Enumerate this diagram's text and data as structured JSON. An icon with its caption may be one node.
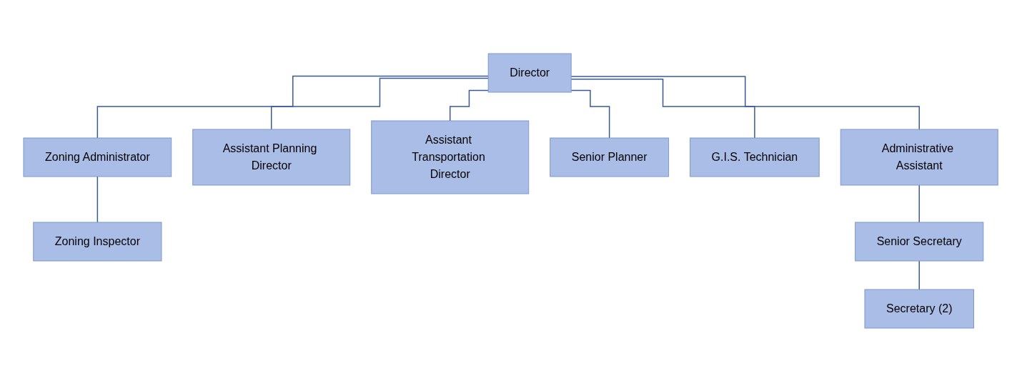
{
  "diagram": {
    "nodes": [
      {
        "text": [
          "Director"
        ]
      },
      {
        "text": [
          "Zoning Administrator"
        ]
      },
      {
        "text": [
          "Assistant Planning Director"
        ]
      },
      {
        "text": [
          "Assistant Transportation Director"
        ]
      },
      {
        "text": [
          "Senior Planner"
        ]
      },
      {
        "text": [
          "G.I.S. Technician"
        ]
      },
      {
        "text": [
          "Administrative Assistant"
        ]
      },
      {
        "text": [
          "Zoning Inspector"
        ]
      },
      {
        "text": [
          "Senior Secretary"
        ]
      },
      {
        "text": [
          "Secretary (2)"
        ]
      }
    ],
    "edges": [
      {
        "from": 0,
        "to": 1,
        "arrow": "none"
      },
      {
        "from": 0,
        "to": 2,
        "arrow": "none"
      },
      {
        "from": 0,
        "to": 3,
        "arrow": "none"
      },
      {
        "from": 0,
        "to": 4,
        "arrow": "none"
      },
      {
        "from": 0,
        "to": 5,
        "arrow": "none"
      },
      {
        "from": 0,
        "to": 6,
        "arrow": "none"
      },
      {
        "from": 1,
        "to": 7,
        "arrow": "none"
      },
      {
        "from": 6,
        "to": 8,
        "arrow": "none"
      },
      {
        "from": 8,
        "to": 9,
        "arrow": "none"
      }
    ]
  }
}
